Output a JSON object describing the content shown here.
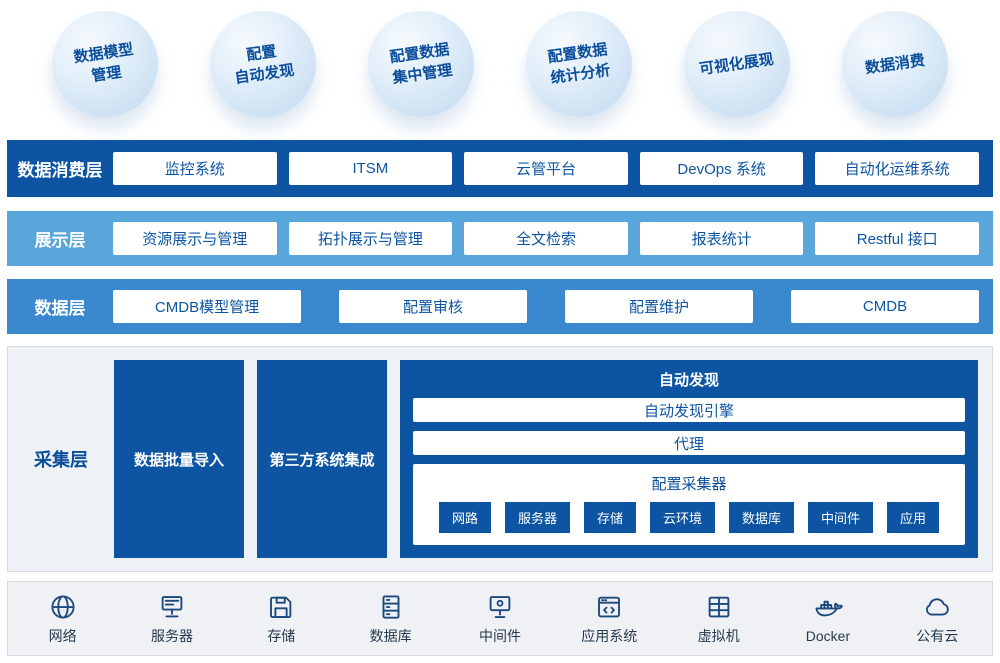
{
  "bubbles": [
    "数据模型\n管理",
    "配置\n自动发现",
    "配置数据\n集中管理",
    "配置数据\n统计分析",
    "可视化展现",
    "数据消费"
  ],
  "layers": [
    {
      "name": "数据消费层",
      "items": [
        "监控系统",
        "ITSM",
        "云管平台",
        "DevOps 系统",
        "自动化运维系统"
      ]
    },
    {
      "name": "展示层",
      "items": [
        "资源展示与管理",
        "拓扑展示与管理",
        "全文检索",
        "报表统计",
        "Restful 接口"
      ]
    },
    {
      "name": "数据层",
      "items": [
        "CMDB模型管理",
        "配置审核",
        "配置维护",
        "CMDB"
      ]
    }
  ],
  "collection": {
    "name": "采集层",
    "blocks": [
      "数据批量导入",
      "第三方系统集成"
    ],
    "auto_discovery": {
      "title": "自动发现",
      "bars": [
        "自动发现引擎",
        "代理"
      ],
      "collector": {
        "title": "配置采集器",
        "items": [
          "网路",
          "服务器",
          "存储",
          "云环境",
          "数据库",
          "中间件",
          "应用"
        ]
      }
    }
  },
  "infra": {
    "items": [
      {
        "icon": "network-icon",
        "label": "网络"
      },
      {
        "icon": "server-icon",
        "label": "服务器"
      },
      {
        "icon": "storage-icon",
        "label": "存储"
      },
      {
        "icon": "database-icon",
        "label": "数据库"
      },
      {
        "icon": "middleware-icon",
        "label": "中间件"
      },
      {
        "icon": "application-icon",
        "label": "应用系统"
      },
      {
        "icon": "vm-icon",
        "label": "虚拟机"
      },
      {
        "icon": "docker-icon",
        "label": "Docker"
      },
      {
        "icon": "cloud-icon",
        "label": "公有云"
      }
    ]
  },
  "colors": {
    "dark_blue": "#0d55a2",
    "mid_blue": "#3a88cd",
    "light_blue": "#59a6da",
    "text_blue": "#0b4e9b"
  }
}
